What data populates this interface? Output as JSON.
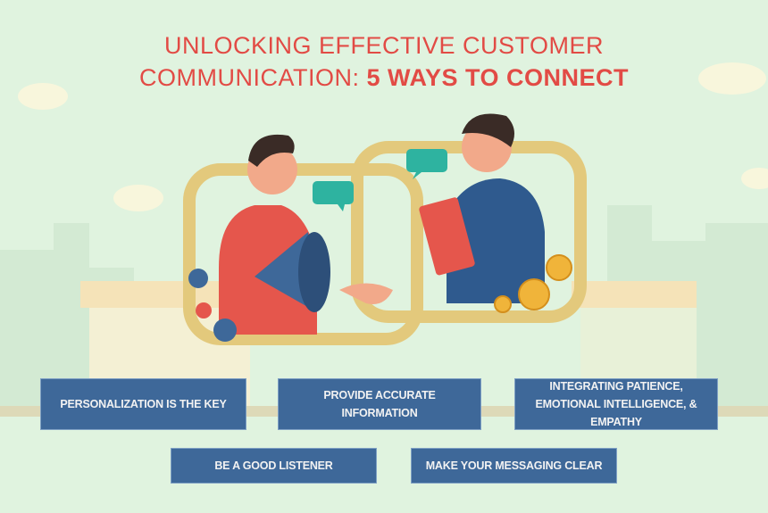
{
  "title": {
    "line1": "UNLOCKING EFFECTIVE CUSTOMER",
    "line2_regular": "COMMUNICATION:",
    "line2_bold": "5 WAYS TO CONNECT"
  },
  "ways": [
    {
      "label": "PERSONALIZATION IS THE KEY"
    },
    {
      "label": "PROVIDE ACCURATE INFORMATION"
    },
    {
      "label": "INTEGRATING PATIENCE, EMOTIONAL INTELLIGENCE, & EMPATHY"
    },
    {
      "label": "BE A GOOD LISTENER"
    },
    {
      "label": "MAKE YOUR MESSAGING CLEAR"
    }
  ],
  "colors": {
    "title": "#e24b45",
    "box": "#3e6899",
    "background": "#e0f3df",
    "frame": "#e3c97c"
  }
}
